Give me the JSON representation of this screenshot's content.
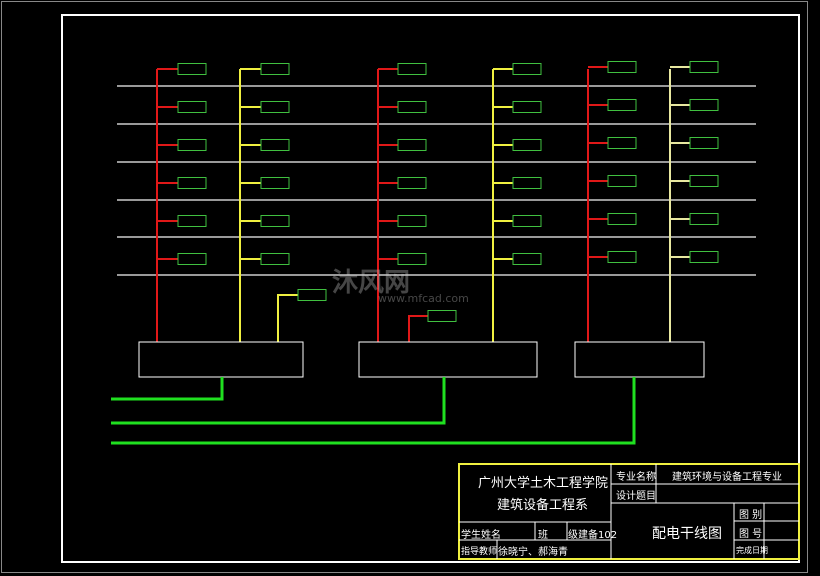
{
  "colors": {
    "background": "#000000",
    "frame": "#ffffff",
    "riser_red": "#e01818",
    "riser_yellow": "#f0f040",
    "riser_pale": "#e8e8a0",
    "branch_box": "#40c040",
    "feeder": "#20e020",
    "title_block_border": "#f0f040"
  },
  "diagram": {
    "floors": 6,
    "risers": [
      "red",
      "yellow",
      "red",
      "yellow",
      "red",
      "pale-yellow"
    ],
    "distribution_boxes": 3,
    "feeders": 3
  },
  "watermark": {
    "text": "沐风网",
    "url": "www.mfcad.com"
  },
  "title_block": {
    "school": "广州大学土木工程学院",
    "department": "建筑设备工程系",
    "major_label": "专业名称",
    "major_value": "建筑环境与设备工程专业",
    "design_topic_label": "设计题目",
    "drawing_title": "配电干线图",
    "student_name_label": "学生姓名",
    "class_label": "班",
    "class_value": "级建备102",
    "advisor_label": "指导教师",
    "advisor_value": "徐晓宁、郝海青",
    "drawing_category_label": "图 别",
    "drawing_number_label": "图 号",
    "completion_date_label": "完成日期"
  }
}
